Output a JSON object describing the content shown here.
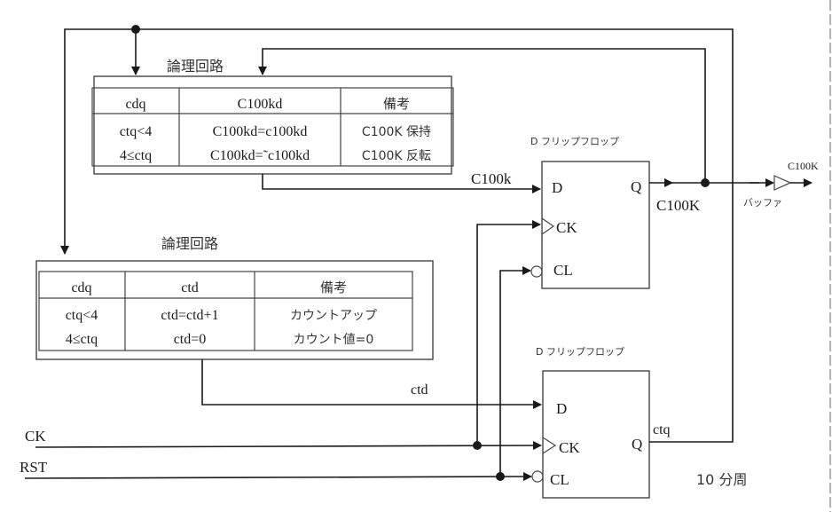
{
  "diagram": {
    "logic_top": {
      "title": "論理回路",
      "headers": [
        "cdq",
        "C100kd",
        "備考"
      ],
      "rows": [
        [
          "ctq<4",
          "C100kd=c100kd",
          "C100K 保持"
        ],
        [
          "4≤ctq",
          "C100kd=˜c100kd",
          "C100K 反転"
        ]
      ]
    },
    "logic_bottom": {
      "title": "論理回路",
      "headers": [
        "cdq",
        "ctd",
        "備考"
      ],
      "rows": [
        [
          "ctq<4",
          "ctd=ctd+1",
          "カウントアップ"
        ],
        [
          "4≤ctq",
          "ctd=0",
          "カウント値=0"
        ]
      ]
    },
    "ff_top": {
      "title": "D フリップフロップ",
      "pins": {
        "d": "D",
        "ck": "CK",
        "cl": "CL",
        "q": "Q"
      }
    },
    "ff_bottom": {
      "title": "D フリップフロップ",
      "pins": {
        "d": "D",
        "ck": "CK",
        "cl": "CL",
        "q": "Q"
      }
    },
    "signals": {
      "c100k_in": "C100k",
      "c100K_out": "C100K",
      "buffer_out": "C100K",
      "buffer_label": "バッファ",
      "ctd": "ctd",
      "ctq": "ctq",
      "ck": "CK",
      "rst": "RST"
    },
    "note": "10 分周"
  }
}
